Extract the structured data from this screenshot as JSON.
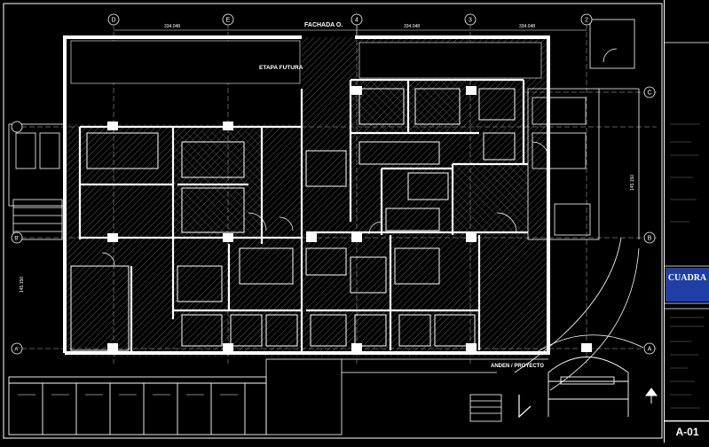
{
  "title_block": {
    "logo_text": "CUADRA",
    "sheet_number": "A-01"
  },
  "plan": {
    "top_label": "FACHADA O.",
    "stage_label": "ETAPA FUTURA",
    "bottom_label": "ANDEN / PROYECTO",
    "dims": {
      "d1": "334.048",
      "d2": "334.048",
      "d3": "334.048",
      "right_dim": "145.150",
      "left_dim": "145.150"
    },
    "column_markers": [
      {
        "id": "col-d",
        "label": "D"
      },
      {
        "id": "col-e",
        "label": "E"
      },
      {
        "id": "col-4",
        "label": "4"
      },
      {
        "id": "col-3",
        "label": "3"
      },
      {
        "id": "col-2",
        "label": "2"
      }
    ],
    "row_markers": [
      {
        "id": "row-c",
        "label": "C"
      },
      {
        "id": "row-b",
        "label": "B"
      },
      {
        "id": "row-a",
        "label": "A"
      },
      {
        "id": "row-a-left",
        "label": "A'"
      },
      {
        "id": "row-b-left",
        "label": "B'"
      }
    ]
  }
}
